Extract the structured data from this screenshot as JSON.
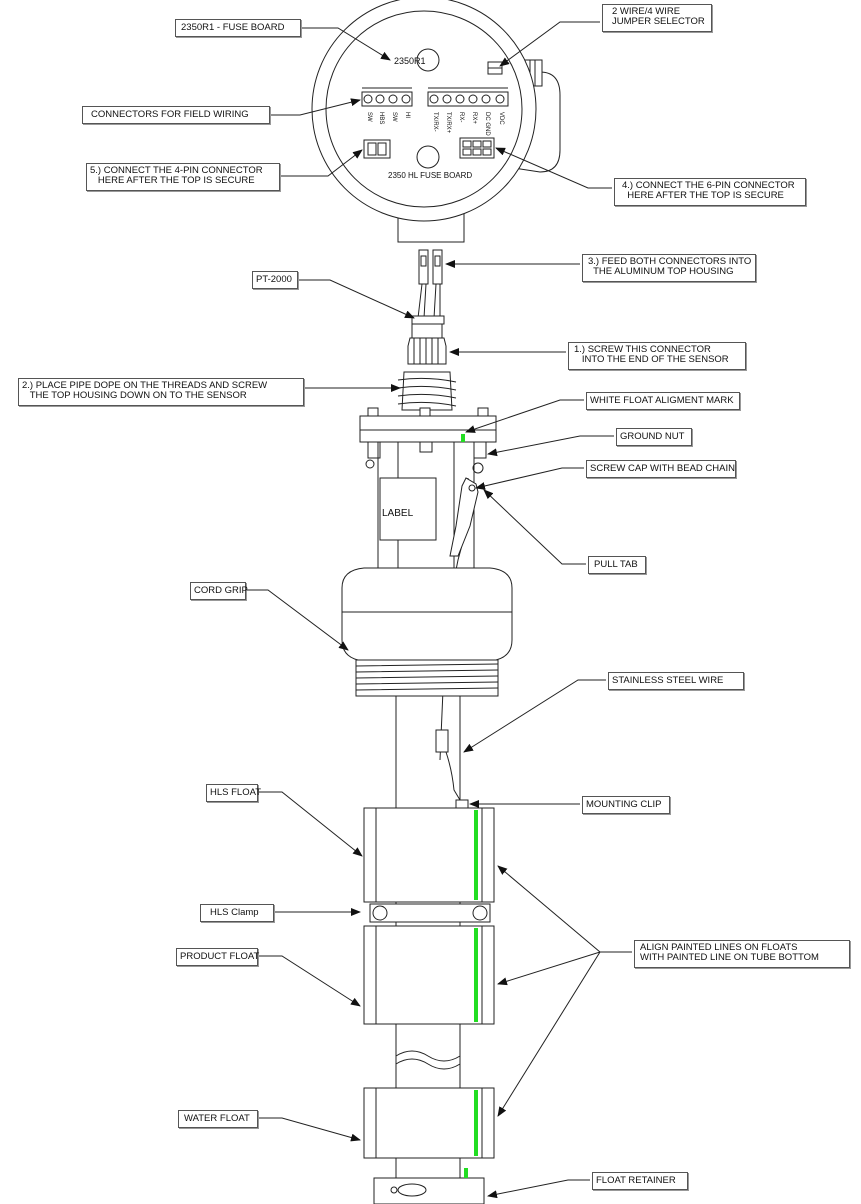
{
  "labels": {
    "fuse_board": "2350R1 - FUSE BOARD",
    "jumper_selector": "2 WIRE/4 WIRE\nJUMPER SELECTOR",
    "connectors_field_wiring": "CONNECTORS FOR FIELD WIRING",
    "step5": "5.) CONNECT THE 4-PIN CONNECTOR\n   HERE AFTER THE TOP IS SECURE",
    "step4": "4.) CONNECT THE 6-PIN CONNECTOR\n  HERE AFTER THE TOP IS SECURE",
    "step3": "3.) FEED BOTH CONNECTORS INTO\n  THE ALUMINUM TOP HOUSING",
    "pt2000": "PT-2000",
    "step1": "1.) SCREW THIS CONNECTOR\n   INTO THE END OF THE SENSOR",
    "step2": "2.) PLACE PIPE DOPE ON THE THREADS AND SCREW\n   THE TOP HOUSING DOWN ON TO THE SENSOR",
    "white_float_mark": "WHITE FLOAT ALIGMENT MARK",
    "ground_nut": "GROUND NUT",
    "screw_cap": "SCREW CAP WITH BEAD CHAIN",
    "pull_tab": "PULL TAB",
    "label": "LABEL",
    "cord_grip": "CORD GRIP",
    "stainless_wire": "STAINLESS STEEL WIRE",
    "hls_float": "HLS FLOAT",
    "mounting_clip": "MOUNTING CLIP",
    "hls_clamp": "HLS Clamp",
    "align_lines": "ALIGN PAINTED LINES ON FLOATS\nWITH PAINTED LINE ON TUBE BOTTOM",
    "product_float": "PRODUCT FLOAT",
    "water_float": "WATER FLOAT",
    "float_retainer": "FLOAT RETAINER"
  },
  "board": {
    "model": "2350R1",
    "name": "2350 HL FUSE BOARD",
    "left_terminals": [
      "SW",
      "HBS",
      "SW",
      "HI"
    ],
    "right_terminals": [
      "TX/RX-",
      "TX/RX+",
      "RX-",
      "RX+",
      "DC GND",
      "VDC"
    ]
  },
  "colors": {
    "paint_line": "#22dd22",
    "line": "#222222"
  }
}
